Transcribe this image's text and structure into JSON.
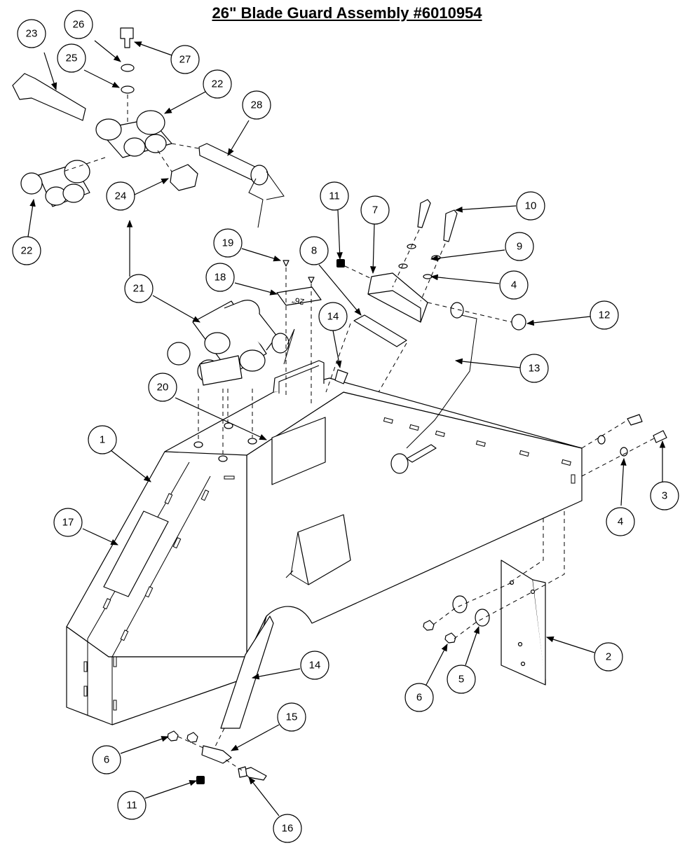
{
  "title": "26\" Blade Guard Assembly #6010954",
  "plate_label": "26\"",
  "callouts": [
    {
      "id": "c23",
      "label": "23"
    },
    {
      "id": "c26",
      "label": "26"
    },
    {
      "id": "c27",
      "label": "27"
    },
    {
      "id": "c25",
      "label": "25"
    },
    {
      "id": "c22a",
      "label": "22"
    },
    {
      "id": "c28",
      "label": "28"
    },
    {
      "id": "c24",
      "label": "24"
    },
    {
      "id": "c22b",
      "label": "22"
    },
    {
      "id": "c21",
      "label": "21"
    },
    {
      "id": "c19",
      "label": "19"
    },
    {
      "id": "c18",
      "label": "18"
    },
    {
      "id": "c11a",
      "label": "11"
    },
    {
      "id": "c7",
      "label": "7"
    },
    {
      "id": "c10",
      "label": "10"
    },
    {
      "id": "c8",
      "label": "8"
    },
    {
      "id": "c9",
      "label": "9"
    },
    {
      "id": "c4a",
      "label": "4"
    },
    {
      "id": "c14a",
      "label": "14"
    },
    {
      "id": "c12",
      "label": "12"
    },
    {
      "id": "c13",
      "label": "13"
    },
    {
      "id": "c20",
      "label": "20"
    },
    {
      "id": "c1",
      "label": "1"
    },
    {
      "id": "c17",
      "label": "17"
    },
    {
      "id": "c3",
      "label": "3"
    },
    {
      "id": "c4b",
      "label": "4"
    },
    {
      "id": "c2",
      "label": "2"
    },
    {
      "id": "c5",
      "label": "5"
    },
    {
      "id": "c6a",
      "label": "6"
    },
    {
      "id": "c14b",
      "label": "14"
    },
    {
      "id": "c15",
      "label": "15"
    },
    {
      "id": "c6b",
      "label": "6"
    },
    {
      "id": "c11b",
      "label": "11"
    },
    {
      "id": "c16",
      "label": "16"
    }
  ]
}
